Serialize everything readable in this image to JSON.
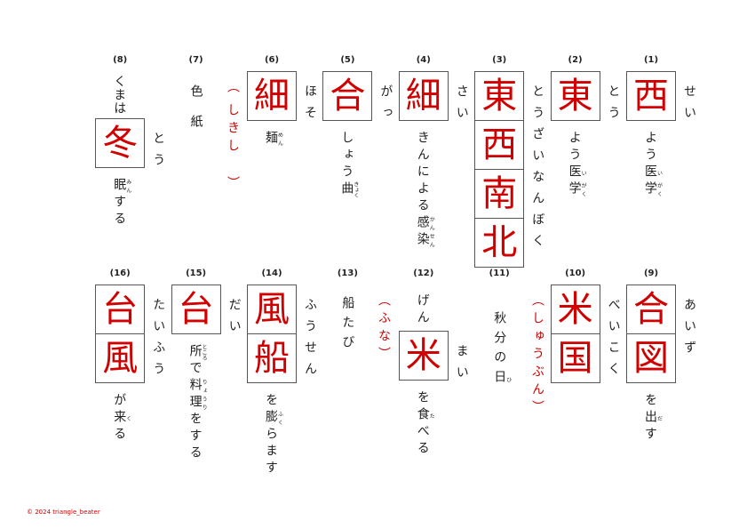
{
  "problems": [
    {
      "num": "(1)",
      "kanji": [
        "西"
      ],
      "reading": "せい",
      "below": [
        {
          "t": "よう"
        },
        {
          "t": "医",
          "r": "い"
        },
        {
          "t": "学",
          "r": "がく"
        }
      ]
    },
    {
      "num": "(2)",
      "kanji": [
        "東"
      ],
      "reading": "とう",
      "below": [
        {
          "t": "よう"
        },
        {
          "t": "医",
          "r": "い"
        },
        {
          "t": "学",
          "r": "がく"
        }
      ]
    },
    {
      "num": "(3)",
      "kanji": [
        "東",
        "西",
        "南",
        "北"
      ],
      "reading": "とうざいなんぼく"
    },
    {
      "num": "(4)",
      "kanji": [
        "細"
      ],
      "reading": "さい",
      "below": [
        {
          "t": "きんによる"
        },
        {
          "t": "感",
          "r": "かん"
        },
        {
          "t": "染",
          "r": "せん"
        }
      ]
    },
    {
      "num": "(5)",
      "kanji": [
        "合"
      ],
      "reading": "がっ",
      "below": [
        {
          "t": "しょう"
        },
        {
          "t": "曲",
          "r": "きょく"
        }
      ]
    },
    {
      "num": "(6)",
      "kanji": [
        "細"
      ],
      "reading": "ほそ",
      "below": [
        {
          "t": "麺",
          "r": "めん"
        }
      ]
    },
    {
      "num": "(7)",
      "text": [
        {
          "t": "色紙"
        }
      ],
      "answer": "しきし"
    },
    {
      "num": "(8)",
      "above": "くまは",
      "kanji": [
        "冬"
      ],
      "reading": "とう",
      "below": [
        {
          "t": "眠",
          "r": "みん"
        },
        {
          "t": "する"
        }
      ]
    },
    {
      "num": "(9)",
      "kanji": [
        "合",
        "図"
      ],
      "reading": "あいず",
      "below": [
        {
          "t": "を"
        },
        {
          "t": "出",
          "r": "だ"
        },
        {
          "t": "す"
        }
      ]
    },
    {
      "num": "(10)",
      "kanji": [
        "米",
        "国"
      ],
      "reading": "べいこく",
      "answer": "しゅうぶん"
    },
    {
      "num": "(11)",
      "text": [
        {
          "t": "秋分の"
        },
        {
          "t": "日",
          "r": "ひ"
        }
      ]
    },
    {
      "num": "(12)",
      "above": "げん",
      "kanji": [
        "米"
      ],
      "reading": "まい",
      "below": [
        {
          "t": "を"
        },
        {
          "t": "食",
          "r": "た"
        },
        {
          "t": "べる"
        }
      ],
      "answer": "ふな"
    },
    {
      "num": "(13)",
      "text": [
        {
          "t": "船たび"
        }
      ]
    },
    {
      "num": "(14)",
      "kanji": [
        "風",
        "船"
      ],
      "reading": "ふうせん",
      "below": [
        {
          "t": "を"
        },
        {
          "t": "膨",
          "r": "ふく"
        },
        {
          "t": "らます"
        }
      ]
    },
    {
      "num": "(15)",
      "kanji": [
        "台"
      ],
      "reading": "だい",
      "below": [
        {
          "t": "所",
          "r": "ところ"
        },
        {
          "t": "で"
        },
        {
          "t": "料理",
          "r": "りょうり"
        },
        {
          "t": "をする"
        }
      ]
    },
    {
      "num": "(16)",
      "kanji": [
        "台",
        "風"
      ],
      "reading": "たいふう",
      "below": [
        {
          "t": "が"
        },
        {
          "t": "来",
          "r": "く"
        },
        {
          "t": "る"
        }
      ]
    }
  ],
  "colors": {
    "answer": "#d00000",
    "kanji": "#d00000"
  },
  "footer": {
    "copyright": "© 2024 triangle_beater"
  }
}
